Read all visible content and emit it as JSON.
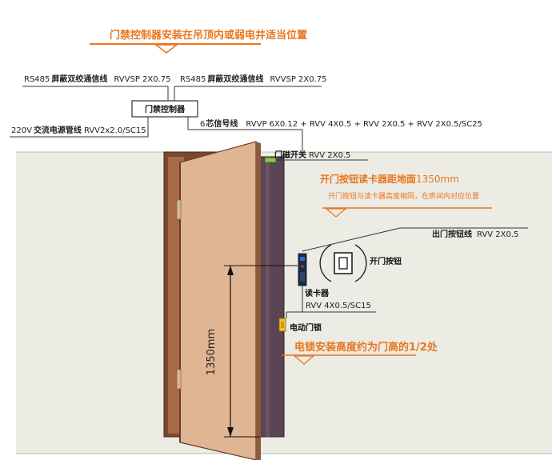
{
  "annotations": {
    "controller_location_note": "门禁控制器安装在吊顶内或弱电井适当位置",
    "button_height_note_prefix": "开门按钮读卡器距地面",
    "button_height_value": "1350mm",
    "button_height_subnote": "开门按钮与读卡器高度相同，在房间内对应位置",
    "lock_height_note": "电锁安装高度约为门高的1/2处",
    "height_dimension": "1350mm"
  },
  "components": {
    "controller": "门禁控制器",
    "door_switch": "门磁开关",
    "card_reader": "读卡器",
    "exit_button": "开门按钮",
    "electric_lock": "电动门锁"
  },
  "cables": {
    "rs485_left": {
      "prefix": "RS485",
      "label": "屏蔽双绞通信线",
      "spec": "RVVSP 2X0.75"
    },
    "rs485_right": {
      "prefix": "RS485",
      "label": "屏蔽双绞通信线",
      "spec": "RVVSP 2X0.75"
    },
    "power": {
      "prefix": "220V",
      "label": "交流电源管线",
      "spec": "RVV2x2.0/SC15"
    },
    "signal": {
      "prefix": "6",
      "label": "芯信号线",
      "spec": "RVVP 6X0.12 + RVV 4X0.5 + RVV 2X0.5 + RVV 2X0.5/SC25"
    },
    "door_switch_line": {
      "spec": "RVV 2X0.5"
    },
    "exit_button_line": {
      "label": "出门按钮线",
      "spec": "RVV 2X0.5"
    },
    "lock_line": {
      "spec": "RVV 4X0.5/SC15"
    }
  },
  "colors": {
    "accent": "#e8761f",
    "wall": "#ecebe4",
    "door_leaf": "#e0b594",
    "door_edge": "#6a3c22",
    "frame": "#5b4454",
    "frame_brown": "#a86a44"
  }
}
